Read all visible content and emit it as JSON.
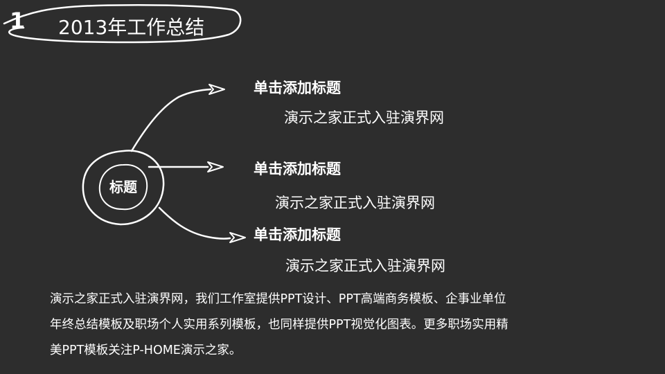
{
  "slide": {
    "number": "1",
    "title": "2013年工作总结"
  },
  "mindmap": {
    "center_label": "标题",
    "branches": [
      {
        "heading": "单击添加标题",
        "subtitle": "演示之家正式入驻演界网"
      },
      {
        "heading": "单击添加标题",
        "subtitle": "演示之家正式入驻演界网"
      },
      {
        "heading": "单击添加标题",
        "subtitle": "演示之家正式入驻演界网"
      }
    ]
  },
  "body": {
    "lines": [
      "演示之家正式入驻演界网，我们工作室提供PPT设计、PPT高端商务模板、企事业单位",
      "年终总结模板及职场个人实用系列模板，也同样提供PPT视觉化图表。更多职场实用精",
      "美PPT模板关注P-HOME演示之家。"
    ]
  },
  "colors": {
    "background": "#2d2d2d",
    "foreground": "#ffffff"
  }
}
